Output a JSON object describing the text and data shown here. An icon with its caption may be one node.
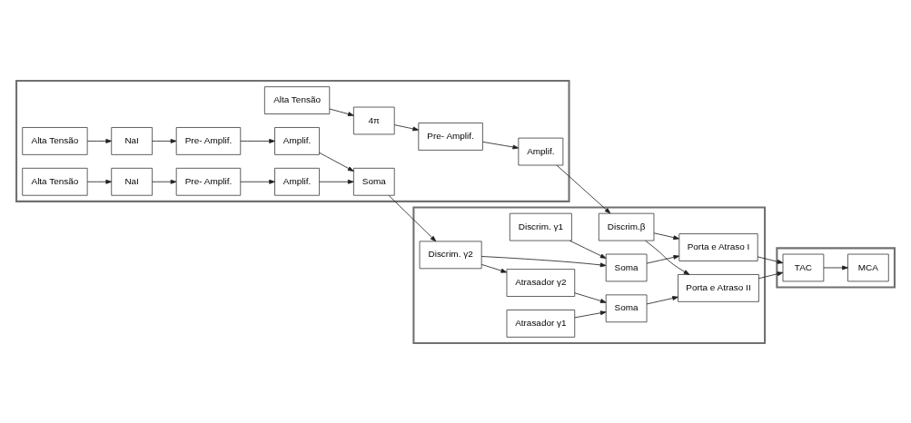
{
  "diagram": {
    "nodes": [
      {
        "text": [],
        "shape": "box"
      },
      {
        "text": [
          "Alta Tensão"
        ],
        "in": 0
      },
      {
        "text": [
          "Alta Tensão"
        ],
        "in": 0
      },
      {
        "text": [
          "Alta Tensão"
        ],
        "in": 0
      },
      {
        "text": [
          "Pre- Amplif."
        ],
        "in": 0
      },
      {
        "text": [
          "Amplif."
        ],
        "in": 0
      },
      {
        "text": [
          "NaI"
        ],
        "in": 0
      },
      {
        "text": [
          "4π"
        ],
        "in": 0
      },
      {
        "text": [
          "NaI"
        ],
        "in": 0
      },
      {
        "text": [
          "Pre- Amplif."
        ],
        "in": 0
      },
      {
        "text": [
          "Pre- Amplif."
        ],
        "in": 0
      },
      {
        "text": [
          "Amplif."
        ],
        "in": 0
      },
      {
        "text": [
          "Soma"
        ],
        "in": 0
      },
      {
        "text": [
          "Amplif."
        ],
        "in": 0
      },
      {
        "text": [],
        "shape": "box"
      },
      {
        "text": [
          "Discrim. γ1"
        ],
        "in": 14
      },
      {
        "text": [
          "Discrim. γ2"
        ],
        "in": 14
      },
      {
        "text": [
          "Discrim.β"
        ],
        "in": 14
      },
      {
        "text": [
          "Atrasador γ1"
        ],
        "in": 14
      },
      {
        "text": [
          "Atrasador γ2"
        ],
        "in": 14
      },
      {
        "text": [
          "Soma"
        ],
        "in": 14
      },
      {
        "text": [
          "Porta e Atraso II"
        ],
        "in": 14
      },
      {
        "text": [
          "Soma"
        ],
        "in": 14
      },
      {
        "text": [
          "Porta e Atraso I"
        ],
        "in": 14
      },
      {
        "text": [],
        "shape": "box"
      },
      {
        "text": [
          "TAC"
        ],
        "in": 24
      },
      {
        "text": [
          "MCA"
        ],
        "in": 24
      }
    ],
    "edges": [
      {
        "from": 1,
        "to": 6,
        "arrow": "to"
      },
      {
        "from": 2,
        "to": 7,
        "arrow": "to"
      },
      {
        "from": 3,
        "to": 8,
        "arrow": "to"
      },
      {
        "from": 6,
        "to": 4,
        "arrow": "to"
      },
      {
        "from": 8,
        "to": 10,
        "arrow": "to"
      },
      {
        "from": 4,
        "to": 5,
        "arrow": "to"
      },
      {
        "from": 10,
        "to": 11,
        "arrow": "to"
      },
      {
        "from": 7,
        "to": 9,
        "arrow": "to"
      },
      {
        "from": 9,
        "to": 13,
        "arrow": "to"
      },
      {
        "from": 5,
        "to": 12,
        "arrow": "to"
      },
      {
        "from": 11,
        "to": 12,
        "arrow": "to"
      },
      {
        "from": 12,
        "to": 16,
        "arrow": "to"
      },
      {
        "from": 13,
        "to": 17,
        "arrow": "to"
      },
      {
        "from": 15,
        "to": 22,
        "arrow": "to"
      },
      {
        "from": 16,
        "to": 19,
        "arrow": "to"
      },
      {
        "from": 16,
        "to": 22,
        "arrow": "to"
      },
      {
        "from": 17,
        "to": 21,
        "arrow": "to"
      },
      {
        "from": 17,
        "to": 23,
        "arrow": "to"
      },
      {
        "from": 18,
        "to": 20,
        "arrow": "to"
      },
      {
        "from": 19,
        "to": 20,
        "arrow": "to"
      },
      {
        "from": 20,
        "to": 21,
        "arrow": "to"
      },
      {
        "from": 22,
        "to": 23,
        "arrow": "to"
      },
      {
        "from": 21,
        "to": 25,
        "arrow": "to"
      },
      {
        "from": 23,
        "to": 25,
        "arrow": "to"
      },
      {
        "from": 25,
        "to": 26,
        "arrow": "to"
      }
    ]
  }
}
